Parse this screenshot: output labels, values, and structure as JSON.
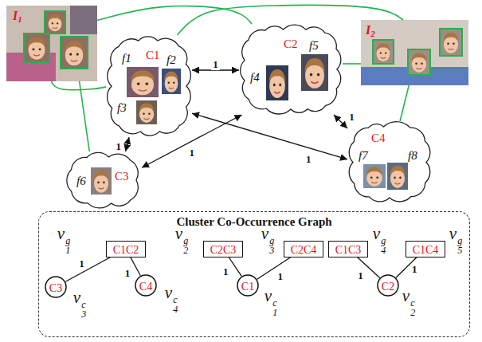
{
  "diagram": {
    "nodes": [
      {
        "text": [
          "I1"
        ]
      },
      {
        "text": [
          "f1",
          "C1",
          "f2",
          "f3"
        ]
      },
      {
        "text": [
          "C2",
          "f5",
          "f4"
        ]
      },
      {
        "text": [
          "I2"
        ]
      },
      {
        "text": [
          "f6",
          "C3"
        ]
      },
      {
        "text": [
          "C4",
          "f7",
          "f8"
        ]
      },
      {
        "text": [
          "Cluster Co-Occurrence Graph"
        ]
      },
      {
        "text": [
          "v1g",
          "C1C2"
        ],
        "in": 6
      },
      {
        "text": [
          "v2g",
          "C2C3"
        ],
        "in": 6
      },
      {
        "text": [
          "v3g",
          "C2C4"
        ],
        "in": 6
      },
      {
        "text": [
          "C1C3",
          "v4g"
        ],
        "in": 6
      },
      {
        "text": [
          "C1C4",
          "v5g"
        ],
        "in": 6
      },
      {
        "text": [
          "C3",
          "v3c"
        ],
        "in": 6
      },
      {
        "text": [
          "C4",
          "v4c"
        ],
        "in": 6
      },
      {
        "text": [
          "C1",
          "v1c"
        ],
        "in": 6
      },
      {
        "text": [
          "C2",
          "v2c"
        ],
        "in": 6
      }
    ],
    "edges": [
      {
        "from": 1,
        "to": 2,
        "arrow": "both",
        "label": "1"
      },
      {
        "from": 1,
        "to": 4,
        "arrow": "both",
        "label": "1"
      },
      {
        "from": 2,
        "to": 4,
        "arrow": "both",
        "label": "1"
      },
      {
        "from": 1,
        "to": 5,
        "arrow": "both",
        "label": "1"
      },
      {
        "from": 2,
        "to": 5,
        "arrow": "both",
        "label": "1"
      },
      {
        "from": 0,
        "to": 1,
        "arrow": "none"
      },
      {
        "from": 0,
        "to": 4,
        "arrow": "none"
      },
      {
        "from": 0,
        "to": 2,
        "arrow": "none"
      },
      {
        "from": 3,
        "to": 1,
        "arrow": "none"
      },
      {
        "from": 3,
        "to": 2,
        "arrow": "none"
      },
      {
        "from": 3,
        "to": 5,
        "arrow": "none"
      },
      {
        "from": 7,
        "to": 12,
        "arrow": "none",
        "label": "1"
      },
      {
        "from": 7,
        "to": 13,
        "arrow": "none",
        "label": "1"
      },
      {
        "from": 8,
        "to": 14,
        "arrow": "none",
        "label": "1"
      },
      {
        "from": 9,
        "to": 14,
        "arrow": "none",
        "label": "1"
      },
      {
        "from": 10,
        "to": 15,
        "arrow": "none",
        "label": "1"
      },
      {
        "from": 11,
        "to": 15,
        "arrow": "none",
        "label": "1"
      }
    ]
  }
}
